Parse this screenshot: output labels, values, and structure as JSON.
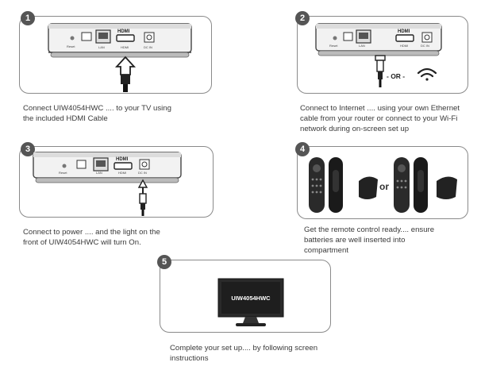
{
  "steps": [
    {
      "number": "1",
      "caption_lines": [
        "Connect UIW4054HWC .... to your TV using",
        "the included HDMI Cable"
      ]
    },
    {
      "number": "2",
      "caption_lines": [
        "Connect to Internet .... using your own Ethernet",
        "cable from your router or connect to your Wi-Fi",
        "network during on-screen set up"
      ],
      "or_label": "- OR -"
    },
    {
      "number": "3",
      "caption_lines": [
        "Connect to power .... and the light on the",
        "front of UIW4054HWC will turn On."
      ]
    },
    {
      "number": "4",
      "caption_lines": [
        "Get the remote control ready.... ensure",
        "batteries are well inserted into",
        "compartment"
      ],
      "or_label": "or"
    },
    {
      "number": "5",
      "caption_lines": [
        "Complete your set up.... by following screen",
        "instructions"
      ],
      "screen_text": "UIW4054HWC"
    }
  ],
  "device_labels": {
    "hdmi_logo": "HDMI",
    "reset": "Reset",
    "lan": "LAN",
    "hdmi": "HDMI",
    "power": "DC IN"
  },
  "icons": [
    "hdmi-plug-icon",
    "ethernet-plug-icon",
    "wifi-icon",
    "power-plug-icon",
    "remote-control-icon",
    "battery-cover-icon",
    "monitor-icon"
  ]
}
